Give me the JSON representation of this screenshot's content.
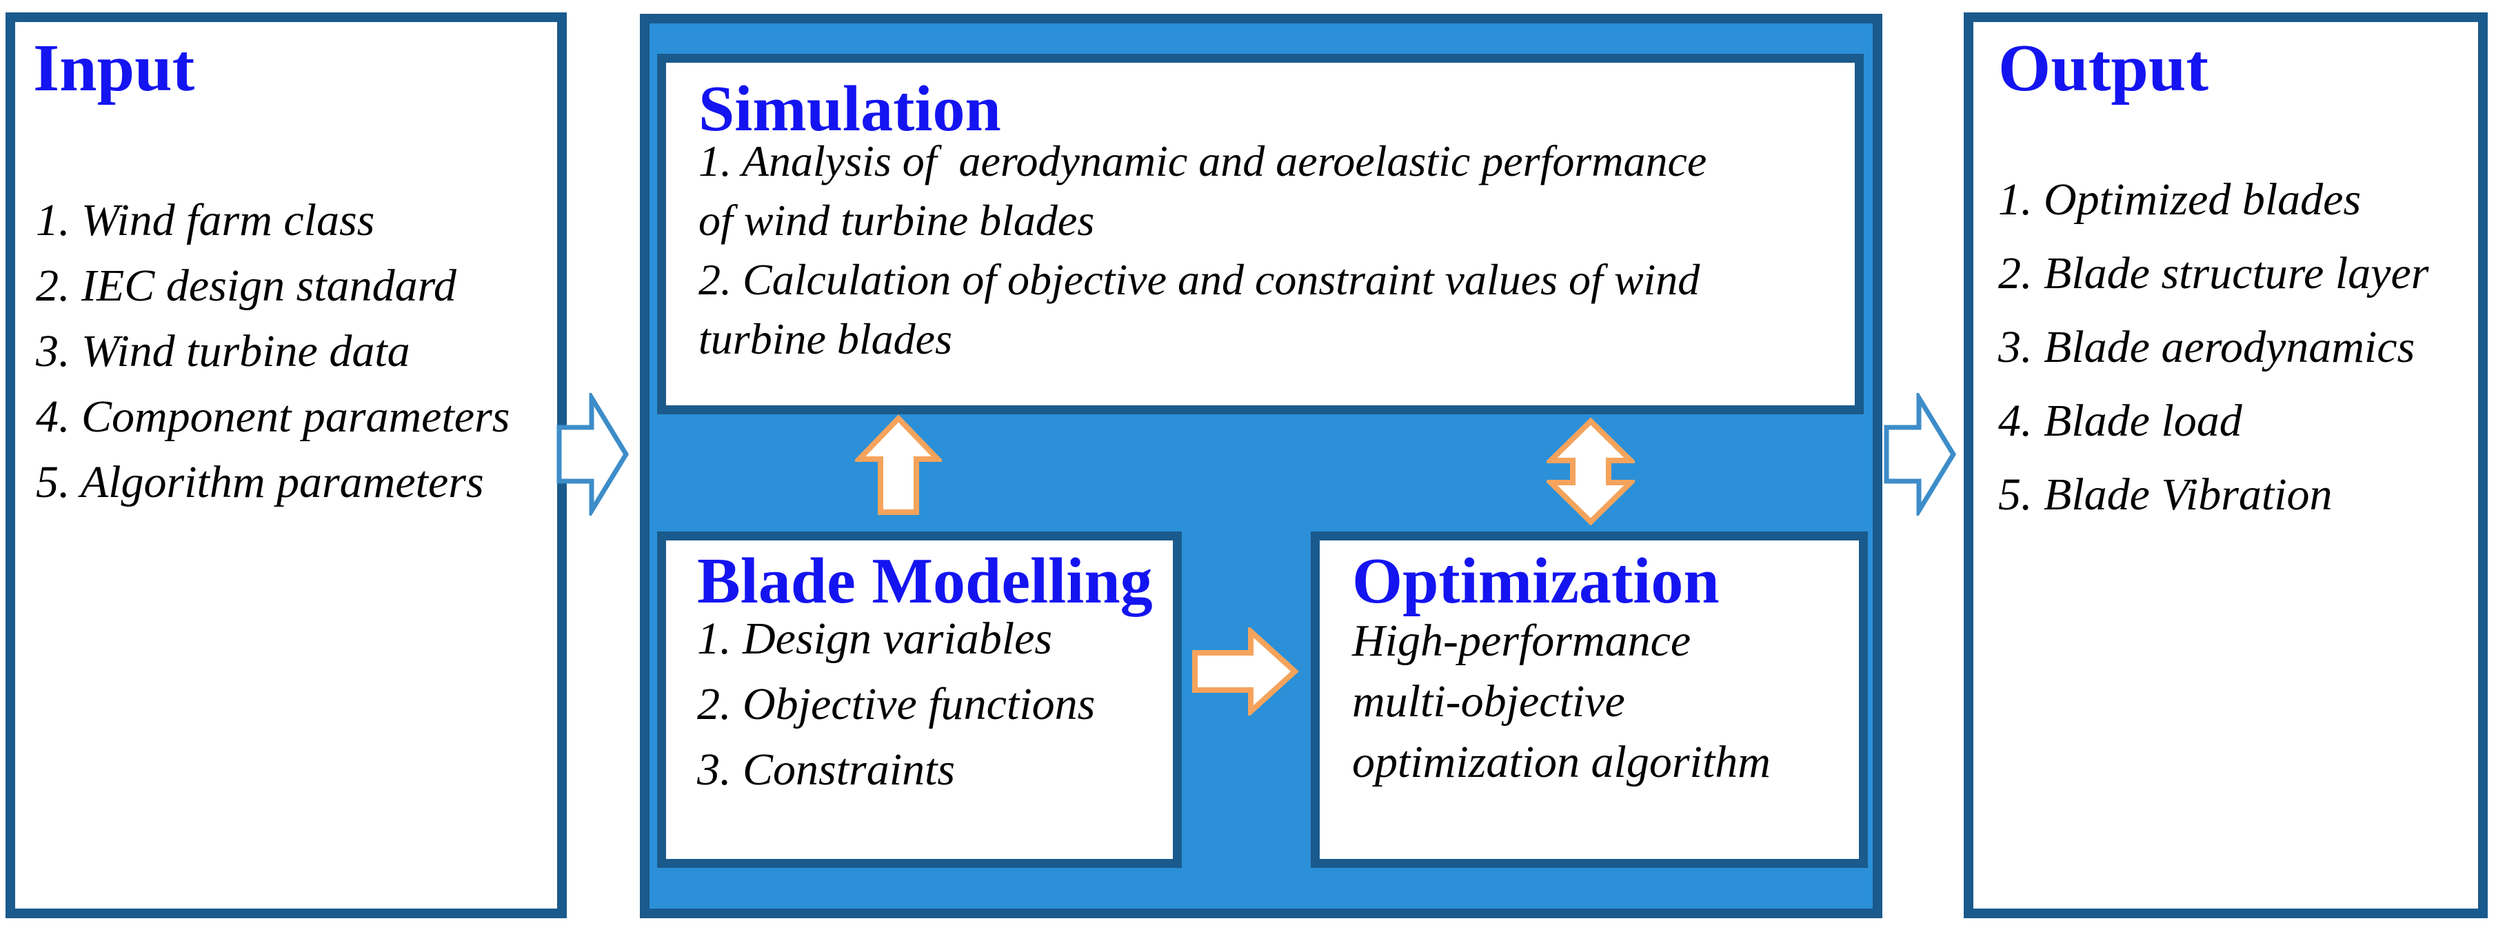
{
  "colors": {
    "border_navy": "#1A5A8C",
    "container_fill": "#2B90D8",
    "title_blue": "#1414F0",
    "body_text": "#000000",
    "arrow_blue": "#3D8DC9",
    "arrow_orange": "#F5A35C",
    "background": "#FFFFFF"
  },
  "input": {
    "title": "Input",
    "items": [
      "1. Wind farm class",
      "2. IEC design standard",
      "3. Wind turbine data",
      "4. Component parameters",
      "5. Algorithm parameters"
    ]
  },
  "simulation": {
    "title": "Simulation",
    "lines": [
      "1. Analysis of  aerodynamic and aeroelastic performance",
      "of wind turbine blades",
      "2. Calculation of objective and constraint values of wind",
      "turbine blades"
    ]
  },
  "blade_modelling": {
    "title": "Blade Modelling",
    "items": [
      "1. Design variables",
      "2. Objective functions",
      "3. Constraints"
    ]
  },
  "optimization": {
    "title": "Optimization",
    "lines": [
      "High-performance",
      "multi-objective",
      "optimization algorithm"
    ]
  },
  "output": {
    "title": "Output",
    "items": [
      "1. Optimized blades",
      "2. Blade structure layer",
      "3. Blade aerodynamics",
      "4. Blade load",
      "5. Blade Vibration"
    ]
  }
}
